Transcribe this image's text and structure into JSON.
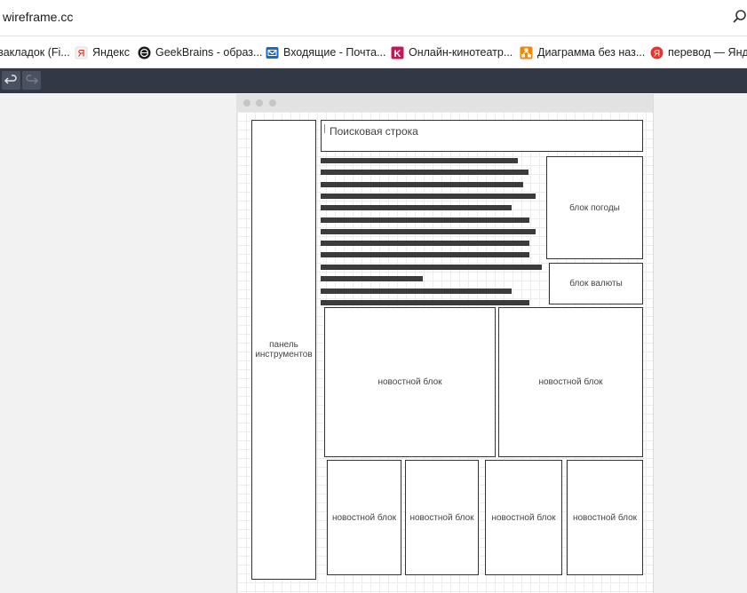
{
  "browser": {
    "url": "wireframe.cc",
    "bookmarks": [
      {
        "label": "закладок (Fi...",
        "icon": "folder-icon"
      },
      {
        "label": "Яндекс",
        "icon": "yandex-icon"
      },
      {
        "label": "GeekBrains - образ...",
        "icon": "geekbrains-icon"
      },
      {
        "label": "Входящие - Почта...",
        "icon": "mail-icon"
      },
      {
        "label": "Онлайн-кинотеатр...",
        "icon": "kinopoisk-icon"
      },
      {
        "label": "Диаграмма без наз...",
        "icon": "diagram-icon"
      },
      {
        "label": "перевод — Яндекс",
        "icon": "yandex-translate-icon"
      }
    ]
  },
  "toolbar": {
    "undo": "undo-icon",
    "redo": "redo-icon"
  },
  "wireframe": {
    "sidebar_label_line1": "панель",
    "sidebar_label_line2": "инструментов",
    "search_placeholder": "Поисковая строка",
    "weather_label": "блок погоды",
    "currency_label": "блок валюты",
    "news_label": "новостной блок"
  },
  "colors": {
    "toolbar_bg": "#323845",
    "wire_border": "#333333",
    "text_bar": "#3b3b3b"
  }
}
